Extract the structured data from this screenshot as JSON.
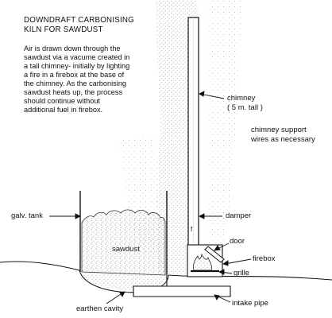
{
  "diagram": {
    "title_lines": [
      "DOWNDRAFT CARBONISING",
      "KILN FOR SAWDUST"
    ],
    "description_lines": [
      "Air is drawn down through the",
      "sawdust via a vacume created in",
      "a tall chimney- initially by lighting",
      "a fire in a firebox at the base of",
      "the chimney. As the carbonising",
      "sawdust heats up, the process",
      "should continue without",
      "additional fuel in firebox."
    ],
    "labels": {
      "chimney": "chimney",
      "chimney_height": "( 5 m. tall )",
      "support_line1": "chimney support",
      "support_line2": "wires as necessary",
      "galv_tank": "galv. tank",
      "sawdust": "sawdust",
      "damper": "damper",
      "damper_mark": "f",
      "door": "door",
      "firebox": "firebox",
      "grille": "grille",
      "earthen_cavity": "earthen cavity",
      "intake_pipe": "intake pipe"
    },
    "colors": {
      "ink": "#111111",
      "stipple": "#9a9a9a",
      "background": "#ffffff"
    }
  }
}
